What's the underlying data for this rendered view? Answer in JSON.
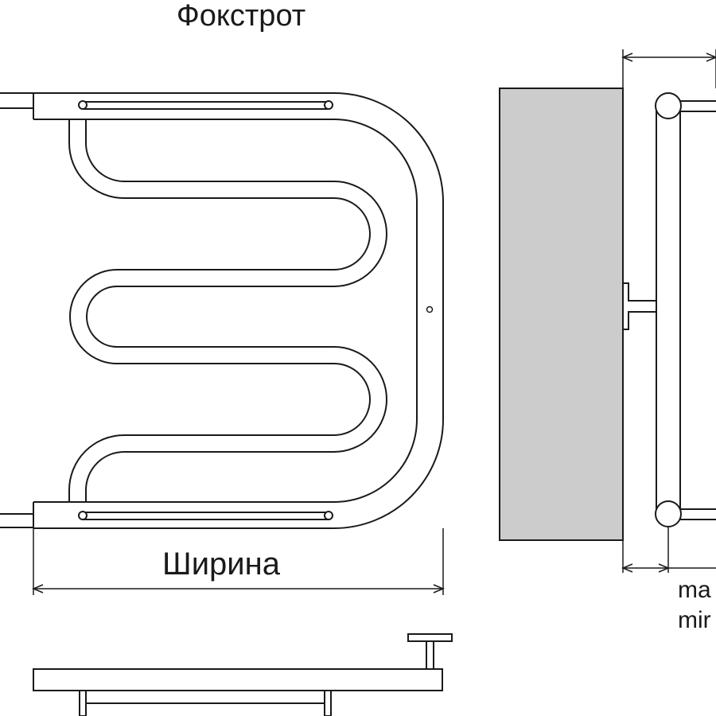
{
  "title": "Фокстрот",
  "dimensions": {
    "width_label": "Ширина",
    "offset_max_label": "ma",
    "offset_min_label": "mir"
  },
  "colors": {
    "stroke": "#1a1a1a",
    "wall_fill": "#cccccc",
    "background": "#ffffff"
  }
}
